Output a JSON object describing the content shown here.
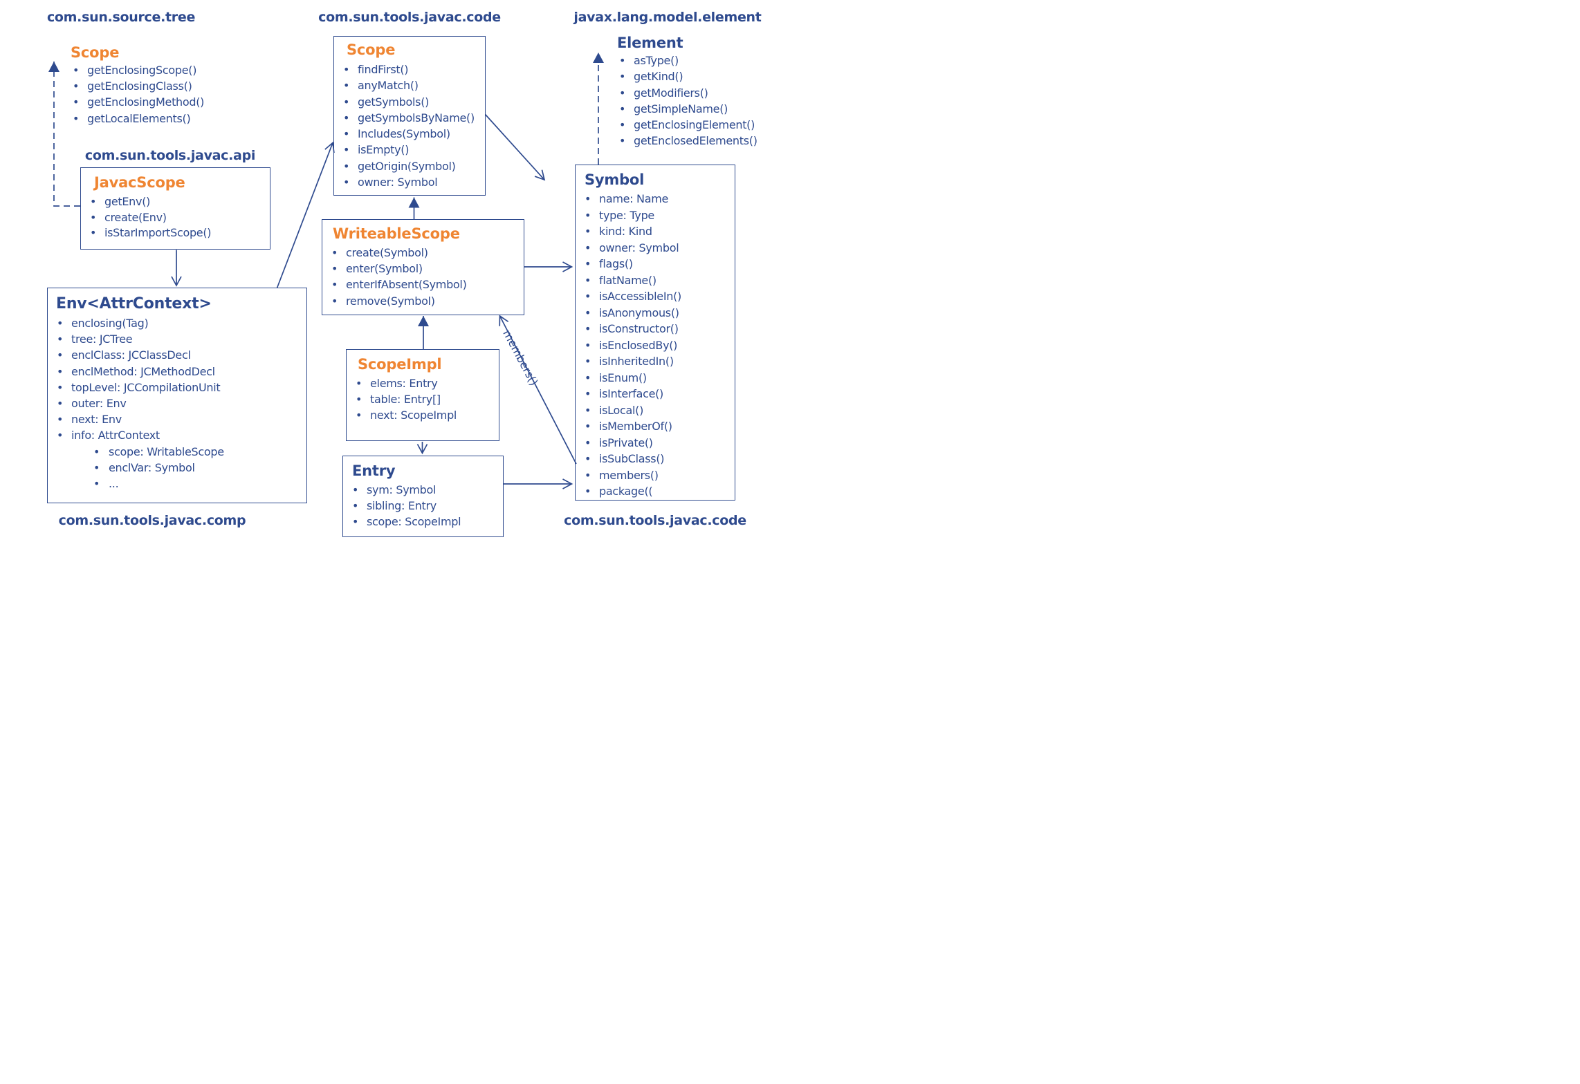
{
  "colors": {
    "ink": "#2e4a8e",
    "accent": "#ef8532",
    "bg": "#ffffff"
  },
  "packages": {
    "source_tree": "com.sun.source.tree",
    "javac_api": "com.sun.tools.javac.api",
    "javac_code_top": "com.sun.tools.javac.code",
    "model_element": "javax.lang.model.element",
    "javac_comp": "com.sun.tools.javac.comp",
    "javac_code_bottom": "com.sun.tools.javac.code"
  },
  "classes": {
    "scope_tree": {
      "title": "Scope",
      "items": [
        "getEnclosingScope()",
        "getEnclosingClass()",
        "getEnclosingMethod()",
        "getLocalElements()"
      ]
    },
    "javac_scope": {
      "title": "JavacScope",
      "items": [
        "getEnv()",
        "create(Env)",
        "isStarImportScope()"
      ]
    },
    "scope_code": {
      "title": "Scope",
      "items": [
        "findFirst()",
        "anyMatch()",
        "getSymbols()",
        "getSymbolsByName()",
        "Includes(Symbol)",
        "isEmpty()",
        "getOrigin(Symbol)",
        "owner: Symbol"
      ]
    },
    "element": {
      "title": "Element",
      "items": [
        "asType()",
        "getKind()",
        "getModifiers()",
        "getSimpleName()",
        "getEnclosingElement()",
        "getEnclosedElements()"
      ]
    },
    "writeable_scope": {
      "title": "WriteableScope",
      "items": [
        "create(Symbol)",
        "enter(Symbol)",
        "enterIfAbsent(Symbol)",
        "remove(Symbol)"
      ]
    },
    "symbol": {
      "title": "Symbol",
      "items": [
        "name: Name",
        "type: Type",
        "kind: Kind",
        "owner: Symbol",
        "flags()",
        "flatName()",
        "isAccessibleIn()",
        "isAnonymous()",
        "isConstructor()",
        "isEnclosedBy()",
        "isInheritedIn()",
        "isEnum()",
        "isInterface()",
        "isLocal()",
        "isMemberOf()",
        "isPrivate()",
        "isSubClass()",
        "members()",
        "package(("
      ]
    },
    "env": {
      "title": "Env<AttrContext>",
      "items": [
        "enclosing(Tag)",
        "tree: JCTree",
        "enclClass: JCClassDecl",
        "enclMethod: JCMethodDecl",
        "topLevel: JCCompilationUnit",
        "outer: Env",
        "next: Env",
        "info: AttrContext"
      ],
      "sub_items": [
        "scope: WritableScope",
        "enclVar: Symbol",
        "..."
      ]
    },
    "scope_impl": {
      "title": "ScopeImpl",
      "items": [
        "elems: Entry",
        "table: Entry[]",
        "next: ScopeImpl"
      ]
    },
    "entry": {
      "title": "Entry",
      "items": [
        "sym: Symbol",
        "sibling: Entry",
        "scope: ScopeImpl"
      ]
    }
  },
  "edges": {
    "members_label": "members()"
  }
}
